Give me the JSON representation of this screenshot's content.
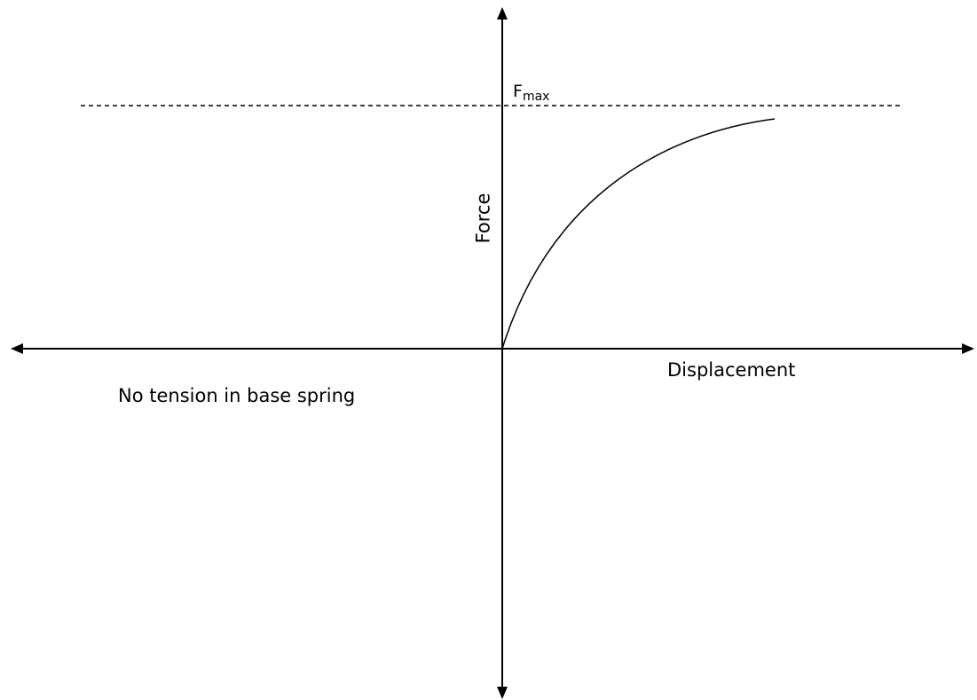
{
  "labels": {
    "y_axis": "Force",
    "x_axis": "Displacement",
    "fmax_base": "F",
    "fmax_sub": "max",
    "note": "No tension in base spring"
  },
  "colors": {
    "line": "#000000",
    "background": "#ffffff"
  }
}
